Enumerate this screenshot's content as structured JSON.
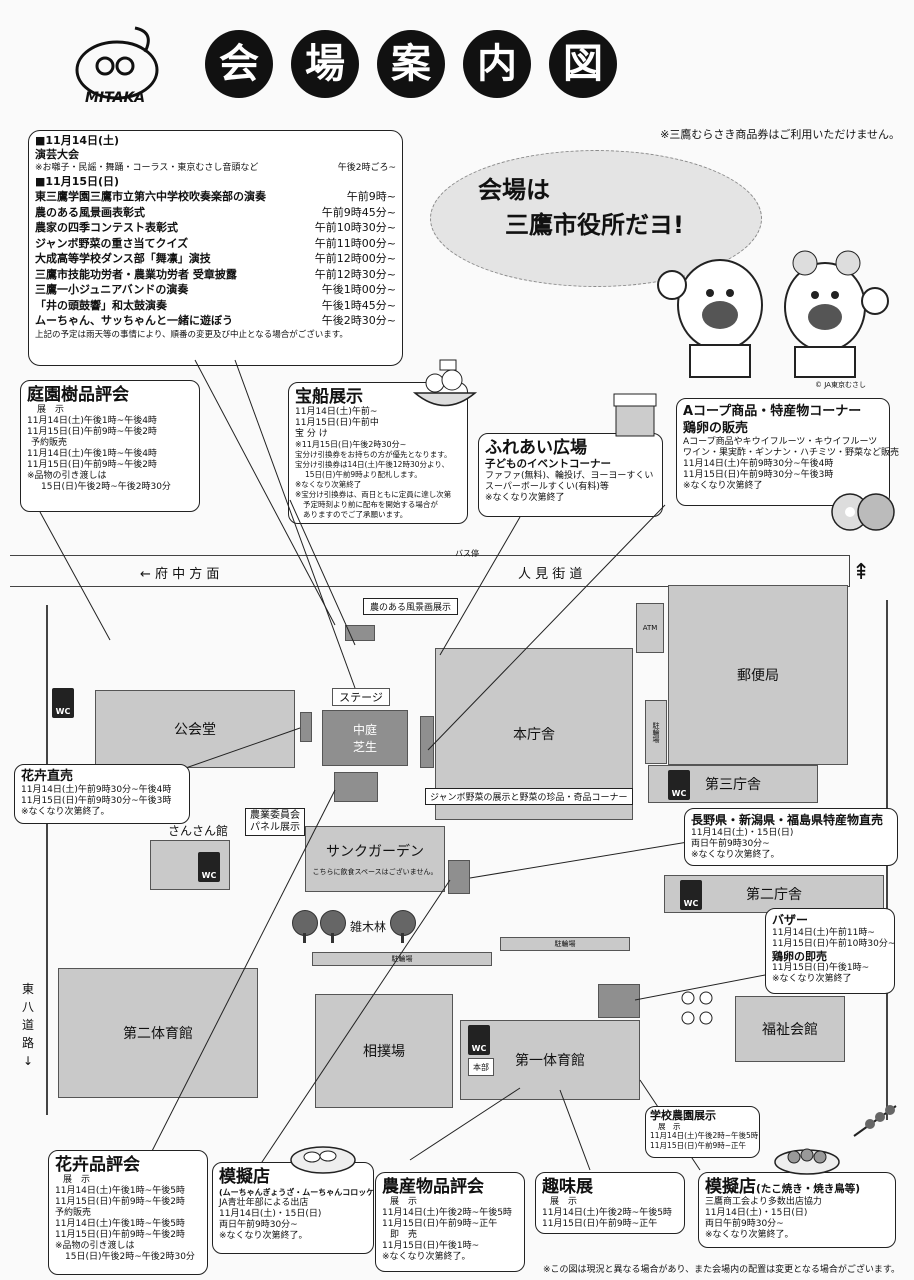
{
  "header": {
    "logo_text": "MITAKA",
    "title_chars": [
      "会",
      "場",
      "案",
      "内",
      "図"
    ],
    "voucher_note": "※三鷹むらさき商品券はご利用いただけません。"
  },
  "speech": {
    "line1": "会場は",
    "line2": "三鷹市役所だヨ!"
  },
  "copyright": "© JA東京むさし",
  "schedule": {
    "day1": "■11月14日(土)",
    "day1_event": "演芸大会",
    "day1_detail": "※お囃子・民謡・舞踊・コーラス・東京むさし音頭など",
    "day1_time": "午後2時ごろ~",
    "day2": "■11月15日(日)",
    "items": [
      {
        "name": "東三鷹学園三鷹市立第六中学校吹奏楽部の演奏",
        "time": "午前9時~"
      },
      {
        "name": "農のある風景画表彰式",
        "time": "午前9時45分~"
      },
      {
        "name": "農家の四季コンテスト表彰式",
        "time": "午前10時30分~"
      },
      {
        "name": "ジャンボ野菜の重さ当てクイズ",
        "time": "午前11時00分~"
      },
      {
        "name": "大成高等学校ダンス部「舞凛」演技",
        "time": "午前12時00分~"
      },
      {
        "name": "三鷹市技能功労者・農業功労者 受章披露",
        "time": "午前12時30分~"
      },
      {
        "name": "三鷹一小ジュニアバンドの演奏",
        "time": "午後1時00分~"
      },
      {
        "name": "「井の頭鼓響」和太鼓演奏",
        "time": "午後1時45分~"
      },
      {
        "name": "ムーちゃん、サッちゃんと一緒に遊ぼう",
        "time": "午後2時30分~"
      }
    ],
    "note": "上記の予定は雨天等の事情により、順番の変更及び中止となる場合がございます。"
  },
  "teien": {
    "title": "庭園樹品評会",
    "label1": "展　示",
    "l1": "11月14日(土)午後1時~午後4時",
    "l2": "11月15日(日)午前9時~午後2時",
    "label2": "予約販売",
    "l3": "11月14日(土)午後1時~午後4時",
    "l4": "11月15日(日)午前9時~午後2時",
    "n1": "※品物の引き渡しは",
    "n2": "15日(日)午後2時~午後2時30分"
  },
  "takarabune": {
    "title": "宝船展示",
    "l1": "11月14日(土)午前~",
    "l2": "11月15日(日)午前中",
    "label": "宝 分 け",
    "l3": "※11月15日(日)午後2時30分~",
    "l4": "宝分け引換券をお持ちの方が優先となります。",
    "l5": "宝分け引換券は14日(土)午後12時30分より、",
    "l6": "15日(日)午前9時より配札します。",
    "l7": "※なくなり次第終了",
    "l8": "※宝分け引換券は、両日ともに定員に達し次第",
    "l9": "予定時刻より前に配布を開始する場合が",
    "l10": "ありますのでご了承願います。"
  },
  "fureai": {
    "title": "ふれあい広場",
    "sub": "子どものイベントコーナー",
    "l1": "ファファ(無料)、輪投げ、ヨーヨーすくい",
    "l2": "スーパーボールすくい(有料)等",
    "n1": "※なくなり次第終了"
  },
  "acoop": {
    "title": "Aコープ商品・特産物コーナー",
    "title2": "鶏卵の販売",
    "l1": "Aコープ商品やキウイフルーツ・キウイフルーツ",
    "l2": "ワイン・果実酢・ギンナン・ハチミツ・野菜など販売",
    "l3": "11月14日(土)午前9時30分~午後4時",
    "l4": "11月15日(日)午前9時30分~午後3時",
    "n1": "※なくなり次第終了"
  },
  "map": {
    "fuchu": "← 府 中 方 面",
    "hitomi": "人 見 街 道",
    "bus": "バス停",
    "higashi": [
      "東",
      "八",
      "道",
      "路",
      "↓"
    ],
    "nou_label": "農のある風景画展示",
    "stage": "ステージ",
    "nakaniwa": [
      "中庭",
      "芝生"
    ],
    "honchousha": "本庁舎",
    "koukaidou": "公会堂",
    "yuubinkyoku": "郵便局",
    "atm": "ATM",
    "churin": "駐輪場",
    "daisan": "第三庁舎",
    "daini": "第二庁舎",
    "sansan": "さんさん館",
    "sunk": "サンクガーデン",
    "sunk_note": "こちらに飲食スペースはございません。",
    "zouki": "雑木林",
    "churin2": "駐輪場",
    "churin3": "駐輪場",
    "dainitai": "第二体育館",
    "sumou": "相撲場",
    "daiichi": "第一体育館",
    "honbu": "本部",
    "fukushi": "福祉会館",
    "jumbo": "ジャンボ野菜の展示と野菜の珍品・奇品コーナー",
    "nougyou": [
      "農業委員会",
      "パネル展示"
    ],
    "wc": "WC"
  },
  "kaki": {
    "title": "花卉直売",
    "l1": "11月14日(土)午前9時30分~午後4時",
    "l2": "11月15日(日)午前9時30分~午後3時",
    "n1": "※なくなり次第終了。"
  },
  "nagano": {
    "title": "長野県・新潟県・福島県特産物直売",
    "l1": "11月14日(土)・15日(日)",
    "l2": "両日午前9時30分~",
    "n1": "※なくなり次第終了。"
  },
  "bazaar": {
    "title": "バザー",
    "l1": "11月14日(土)午前11時~",
    "l2": "11月15日(日)午前10時30分~",
    "title2": "鶏卵の即売",
    "l3": "11月15日(日)午後1時~",
    "n1": "※なくなり次第終了"
  },
  "gakkou": {
    "title": "学校農園展示",
    "label": "展　示",
    "l1": "11月14日(土)午後2時~午後5時",
    "l2": "11月15日(日)午前9時~正午"
  },
  "kaki_hin": {
    "title": "花卉品評会",
    "label1": "展　示",
    "l1": "11月14日(土)午後1時~午後5時",
    "l2": "11月15日(日)午前9時~午後2時",
    "label2": "予約販売",
    "l3": "11月14日(土)午後1時~午後5時",
    "l4": "11月15日(日)午前9時~午後2時",
    "n1": "※品物の引き渡しは",
    "n2": "15日(日)午後2時~午後2時30分"
  },
  "mogi1": {
    "title": "模擬店",
    "sub": "(ムーちゃんぎょうざ・ムーちゃんコロッケ)",
    "l1": "JA青壮年部による出店",
    "l2": "11月14日(土)・15日(日)",
    "l3": "両日午前9時30分~",
    "n1": "※なくなり次第終了。"
  },
  "nousan": {
    "title": "農産物品評会",
    "label1": "展　示",
    "l1": "11月14日(土)午後2時~午後5時",
    "l2": "11月15日(日)午前9時~正午",
    "label2": "即　売",
    "l3": "11月15日(日)午後1時~",
    "n1": "※なくなり次第終了。"
  },
  "shumi": {
    "title": "趣味展",
    "label": "展　示",
    "l1": "11月14日(土)午後2時~午後5時",
    "l2": "11月15日(日)午前9時~正午"
  },
  "mogi2": {
    "title": "模擬店",
    "title_sub": "(たこ焼き・焼き鳥等)",
    "l1": "三鷹商工会より多数出店協力",
    "l2": "11月14日(土)・15日(日)",
    "l3": "両日午前9時30分~",
    "n1": "※なくなり次第終了。"
  },
  "footer": "※この図は現況と異なる場合があり、また会場内の配置は変更となる場合がございます。"
}
